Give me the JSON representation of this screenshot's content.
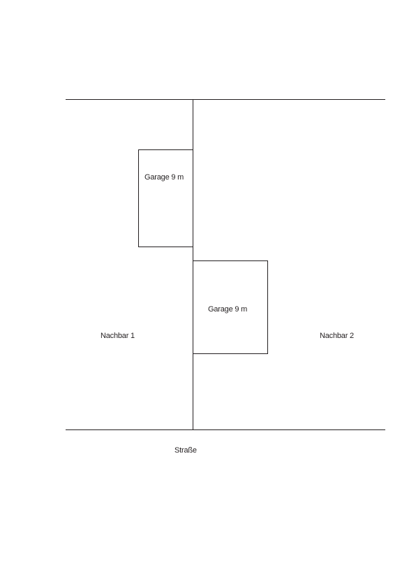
{
  "labels": {
    "garage_left": "Garage 9 m",
    "garage_right": "Garage 9 m",
    "neighbor_1": "Nachbar 1",
    "neighbor_2": "Nachbar 2",
    "street": "Straße"
  },
  "colors": {
    "stroke": "#231f20",
    "background": "#ffffff"
  }
}
